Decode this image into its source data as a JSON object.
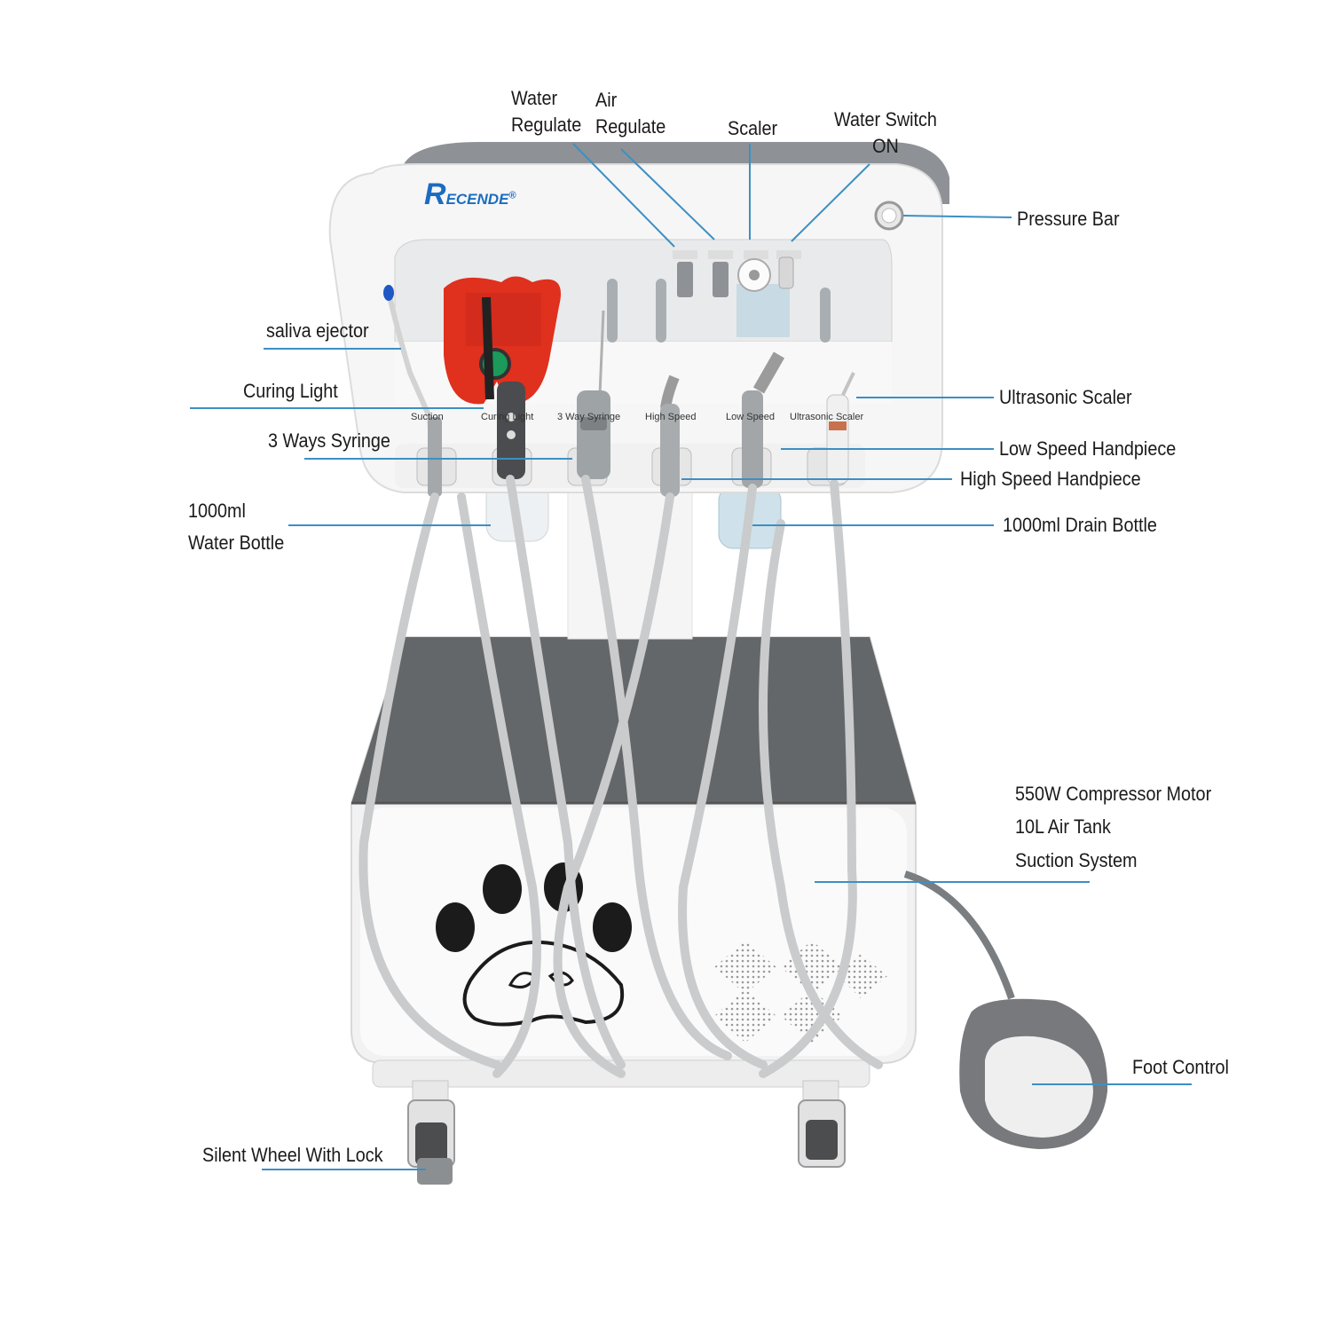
{
  "brand": {
    "name": "ECENDE",
    "mark": "®",
    "initial": "R"
  },
  "colors": {
    "leader": "#3d8fc4",
    "body_white": "#f3f3f3",
    "panel_gray": "#646769",
    "tray_red": "#e0301e",
    "hose": "#c9cbcc",
    "metal": "#9fa4a8"
  },
  "labels": {
    "water_regulate": [
      "Water",
      "Regulate"
    ],
    "air_regulate": [
      "Air",
      "Regulate"
    ],
    "scaler": "Scaler",
    "water_switch": [
      "Water Switch",
      "ON"
    ],
    "pressure_bar": "Pressure Bar",
    "saliva_ejector": "saliva ejector",
    "curing_light": "Curing Light",
    "three_ways_syringe": "3 Ways Syringe",
    "water_bottle": [
      "1000ml",
      "Water Bottle"
    ],
    "ultrasonic_scaler": "Ultrasonic Scaler",
    "low_speed_handpiece": "Low Speed Handpiece",
    "high_speed_handpiece": "High Speed Handpiece",
    "drain_bottle": "1000ml Drain Bottle",
    "compressor": [
      "550W Compressor Motor",
      "10L Air Tank",
      "Suction System"
    ],
    "foot_control": "Foot Control",
    "silent_wheel": "Silent Wheel With Lock"
  },
  "holder_labels": [
    "Suction",
    "Curing Light",
    "3 Way Syringe",
    "High Speed",
    "Low Speed",
    "Ultrasonic Scaler"
  ]
}
